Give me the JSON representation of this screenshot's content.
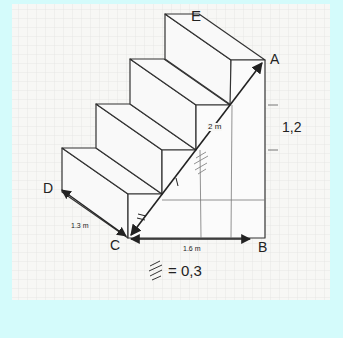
{
  "diagram": {
    "labels": [
      "E",
      "A",
      "1,2",
      "2 m",
      "D",
      "1.3 m",
      "C",
      "1.6 m",
      "B",
      "= 0,3"
    ]
  }
}
